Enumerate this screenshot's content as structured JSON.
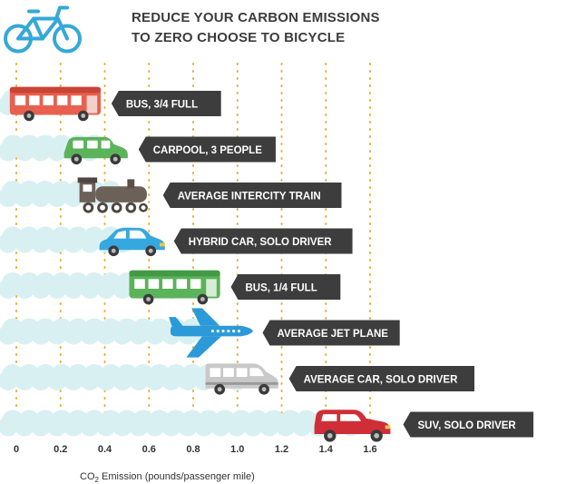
{
  "title_lines": [
    "REDUCE YOUR CARBON EMISSIONS",
    "TO ZERO CHOOSE TO BICYCLE"
  ],
  "colors": {
    "cloud": "#d9f0f2",
    "label_bg": "#3d3d3d",
    "label_text": "#ffffff",
    "grid": "#e3b23c",
    "bicycle": "#36a8d6",
    "bus": "#e8604f",
    "car_green": "#5bb35a",
    "train": "#6b6159",
    "hybrid": "#36a8e0",
    "plane": "#2c9ad8",
    "van": "#c9c9c9",
    "suv": "#cf2e36"
  },
  "icons": [
    "bicycle-icon",
    "bus-icon",
    "car-icon",
    "train-icon",
    "plane-icon",
    "van-icon",
    "suv-icon"
  ],
  "chart_data": {
    "type": "bar",
    "title": "REDUCE YOUR CARBON EMISSIONS TO ZERO CHOOSE TO BICYCLE",
    "xlabel": "CO₂ Emission (pounds/passenger mile)",
    "ylabel": "",
    "xlim": [
      0,
      1.6
    ],
    "x_ticks": [
      "0",
      "0.2",
      "0.4",
      "0.6",
      "0.8",
      "1.0",
      "1.2",
      "1.4",
      "1.6"
    ],
    "grid": "vertical dotted",
    "categories": [
      "BUS, 3/4 FULL",
      "CARPOOL, 3 PEOPLE",
      "AVERAGE INTERCITY TRAIN",
      "HYBRID CAR, SOLO DRIVER",
      "BUS, 1/4 FULL",
      "AVERAGE JET PLANE",
      "AVERAGE CAR, SOLO DRIVER",
      "SUV, SOLO DRIVER"
    ],
    "values": [
      0.18,
      0.36,
      0.45,
      0.52,
      0.72,
      0.88,
      1.02,
      1.52
    ]
  }
}
